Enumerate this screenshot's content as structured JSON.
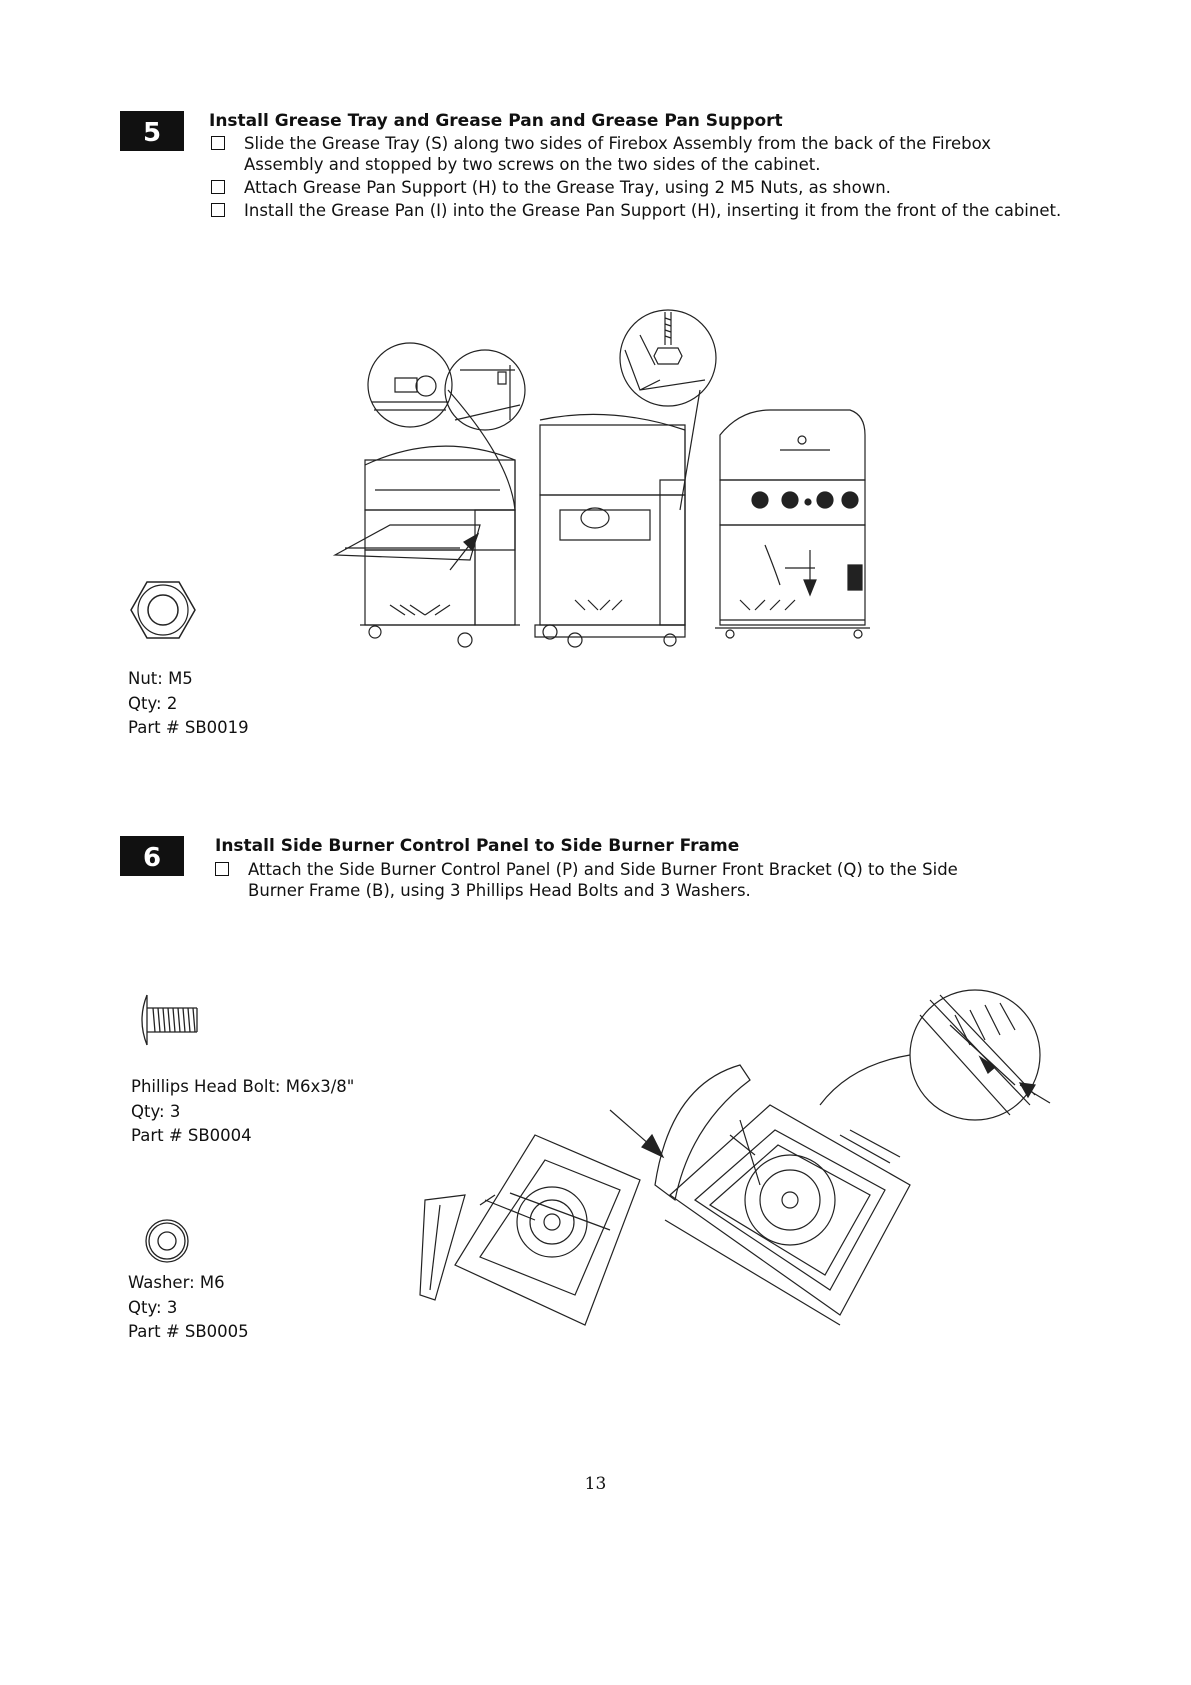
{
  "step5": {
    "number": "5",
    "title": "Install Grease Tray and Grease Pan and Grease Pan Support",
    "instructions": [
      "Slide the Grease Tray (S) along two sides of Firebox Assembly from the back of the Firebox Assembly and stopped by two screws on the two sides of the cabinet.",
      "Attach Grease Pan Support (H) to the Grease Tray, using 2 M5 Nuts, as shown.",
      "Install the Grease Pan (I) into the Grease Pan Support (H), inserting it from the front of the cabinet."
    ],
    "part": {
      "name": "Nut: M5",
      "qty": "Qty: 2",
      "number": "Part # SB0019"
    }
  },
  "step6": {
    "number": "6",
    "title": "Install Side Burner Control Panel to Side Burner Frame",
    "instructions": [
      "Attach the Side Burner Control Panel (P) and Side Burner Front Bracket (Q) to the Side Burner Frame (B), using 3 Phillips Head Bolts and 3 Washers."
    ],
    "parts": [
      {
        "name": "Phillips Head Bolt: M6x3/8\"",
        "qty": "Qty: 3",
        "number": "Part # SB0004"
      },
      {
        "name": "Washer: M6",
        "qty": "Qty: 3",
        "number": "Part # SB0005"
      }
    ]
  },
  "page_number": "13"
}
